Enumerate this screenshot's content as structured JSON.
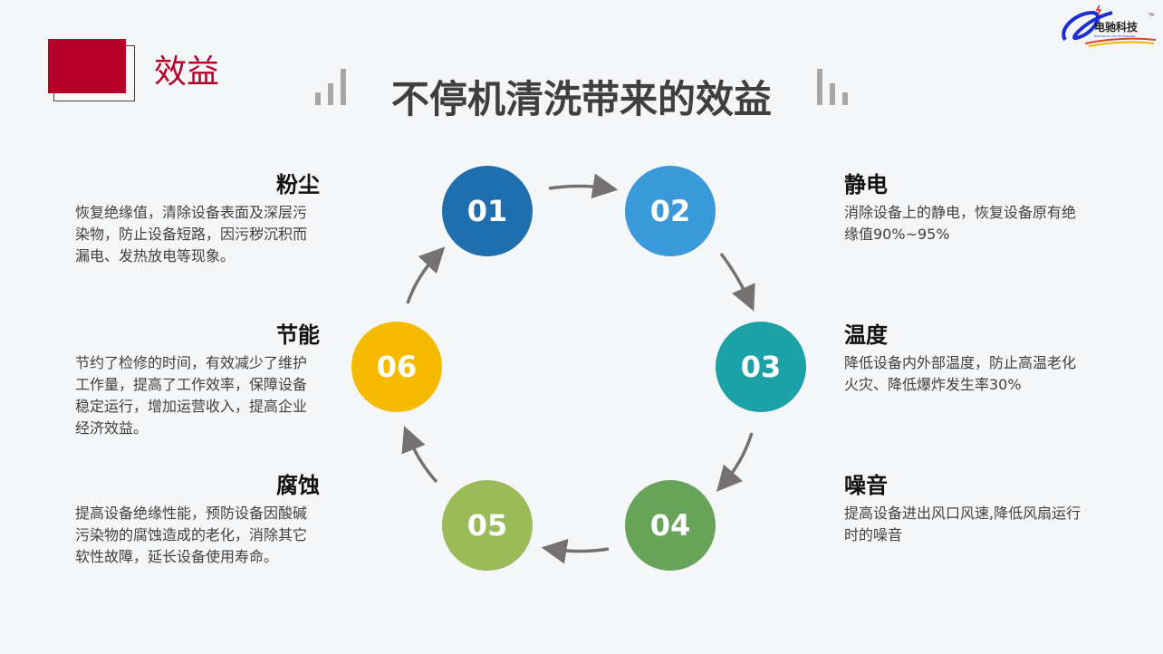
{
  "section_label": "效益",
  "title": "不停机清洗带来的效益",
  "logo": {
    "text": "电驰科技",
    "subtext": "ELECTRICAL CHI TECHNOLOGY",
    "tm": "TM"
  },
  "steps": [
    {
      "num": "01",
      "color": "#1f6fae",
      "heading": "粉尘",
      "body": "恢复绝缘值，清除设备表面及深层污染物，防止设备短路，因污秽沉积而漏电、发热放电等现象。"
    },
    {
      "num": "02",
      "color": "#3a9ad9",
      "heading": "静电",
      "body": "消除设备上的静电，恢复设备原有绝缘值90%~95%"
    },
    {
      "num": "03",
      "color": "#1ba1a6",
      "heading": "温度",
      "body": "降低设备内外部温度，防止高温老化火灾、降低爆炸发生率30%"
    },
    {
      "num": "04",
      "color": "#68a35a",
      "heading": "噪音",
      "body": "提高设备进出风口风速,降低风扇运行时的噪音"
    },
    {
      "num": "05",
      "color": "#9bbb59",
      "heading": "腐蚀",
      "body": "提高设备绝缘性能，预防设备因酸碱污染物的腐蚀造成的老化，消除其它软性故障，延长设备使用寿命。"
    },
    {
      "num": "06",
      "color": "#f6bb00",
      "heading": "节能",
      "body": "节约了检修的时间，有效减少了维护工作量，提高了工作效率，保障设备稳定运行，增加运营收入，提高企业经济效益。"
    }
  ]
}
